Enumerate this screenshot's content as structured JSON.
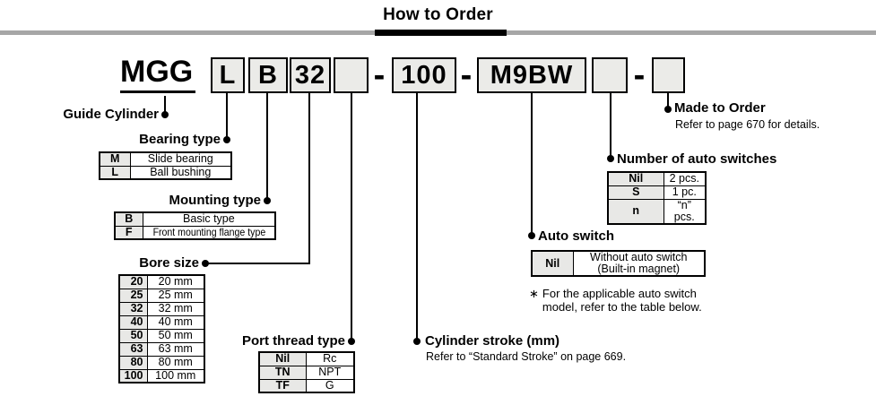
{
  "title": "How to Order",
  "code": {
    "prefix": "MGG",
    "bearing": "L",
    "mounting": "B",
    "bore": "32",
    "port": "",
    "dash1": "-",
    "stroke": "100",
    "dash2": "-",
    "auto_switch": "M9BW",
    "qty": "",
    "dash3": "-",
    "made_to_order": ""
  },
  "guide_cylinder": {
    "label": "Guide Cylinder"
  },
  "bearing_type": {
    "label": "Bearing type",
    "rows": [
      {
        "key": "M",
        "value": "Slide bearing"
      },
      {
        "key": "L",
        "value": "Ball bushing"
      }
    ]
  },
  "mounting_type": {
    "label": "Mounting type",
    "rows": [
      {
        "key": "B",
        "value": "Basic type"
      },
      {
        "key": "F",
        "value": "Front mounting flange type"
      }
    ]
  },
  "bore_size": {
    "label": "Bore size",
    "rows": [
      {
        "key": "20",
        "value": "20 mm"
      },
      {
        "key": "25",
        "value": "25 mm"
      },
      {
        "key": "32",
        "value": "32 mm"
      },
      {
        "key": "40",
        "value": "40 mm"
      },
      {
        "key": "50",
        "value": "50 mm"
      },
      {
        "key": "63",
        "value": "63 mm"
      },
      {
        "key": "80",
        "value": "80 mm"
      },
      {
        "key": "100",
        "value": "100 mm"
      }
    ]
  },
  "port_thread": {
    "label": "Port thread type",
    "rows": [
      {
        "key": "Nil",
        "value": "Rc"
      },
      {
        "key": "TN",
        "value": "NPT"
      },
      {
        "key": "TF",
        "value": "G"
      }
    ]
  },
  "cylinder_stroke": {
    "label": "Cylinder stroke (mm)",
    "note": "Refer to “Standard Stroke” on page 669."
  },
  "auto_switch": {
    "label": "Auto switch",
    "rows": [
      {
        "key": "Nil",
        "value_line1": "Without auto switch",
        "value_line2": "(Built-in magnet)"
      }
    ],
    "footnote_marker": "∗",
    "footnote": "For the applicable auto switch model, refer to the table below."
  },
  "num_auto_switches": {
    "label": "Number of auto switches",
    "rows": [
      {
        "key": "Nil",
        "value": "2 pcs."
      },
      {
        "key": "S",
        "value": "1 pc."
      },
      {
        "key": "n",
        "value": "“n” pcs."
      }
    ]
  },
  "made_to_order": {
    "label": "Made to Order",
    "note": "Refer to page 670 for details."
  },
  "colors": {
    "box_fill": "#ebebe8",
    "key_cell_fill": "#e8e8e6",
    "rule_gray": "#a6a6a6",
    "ink": "#000000"
  }
}
